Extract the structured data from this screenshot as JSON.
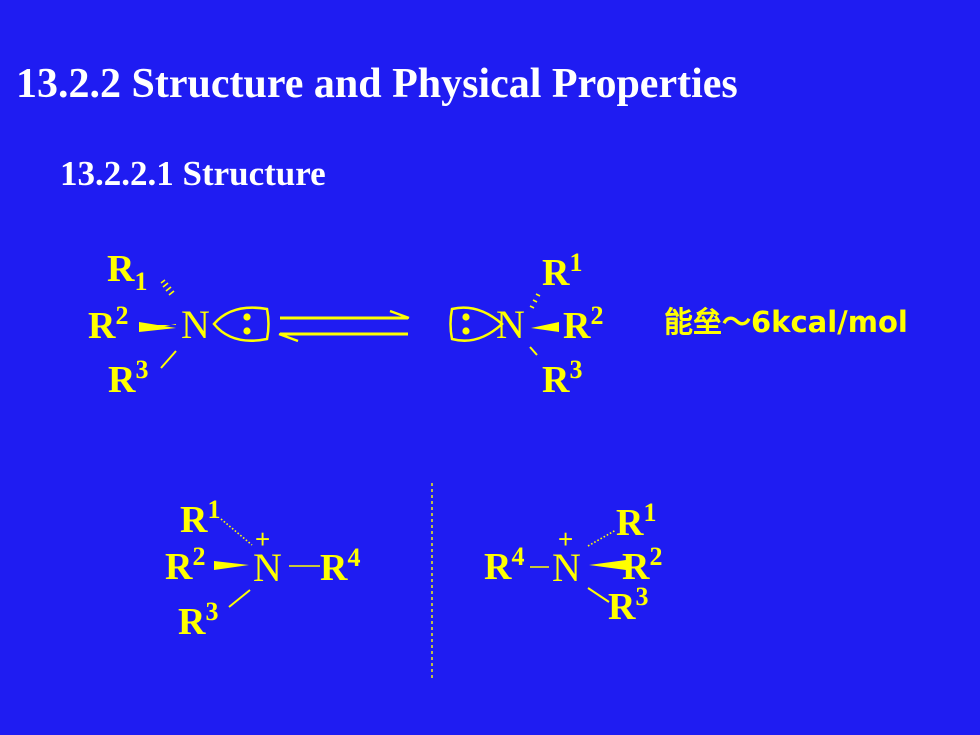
{
  "slide": {
    "title": "13.2.2 Structure and Physical Properties",
    "subtitle": "13.2.2.1 Structure"
  },
  "inversion": {
    "left": {
      "r1": "R",
      "r1_index": "1",
      "r2": "R",
      "r2_index": "2",
      "r3": "R",
      "r3_index": "3",
      "n": "N"
    },
    "right": {
      "r1": "R",
      "r1_index": "1",
      "r2": "R",
      "r2_index": "2",
      "r3": "R",
      "r3_index": "3",
      "n": "N"
    },
    "barrier": "能垒～6kcal/mol"
  },
  "ammonium": {
    "left": {
      "r1": "R",
      "r1_index": "1",
      "r2": "R",
      "r2_index": "2",
      "r3": "R",
      "r3_index": "3",
      "r4": "R",
      "r4_index": "4",
      "n": "N",
      "charge": "+"
    },
    "right": {
      "r1": "R",
      "r1_index": "1",
      "r2": "R",
      "r2_index": "2",
      "r3": "R",
      "r3_index": "3",
      "r4": "R",
      "r4_index": "4",
      "n": "N",
      "charge": "+"
    }
  },
  "colors": {
    "background": "#1f1cf2",
    "title": "#ffffff",
    "structure": "#ffff00"
  }
}
